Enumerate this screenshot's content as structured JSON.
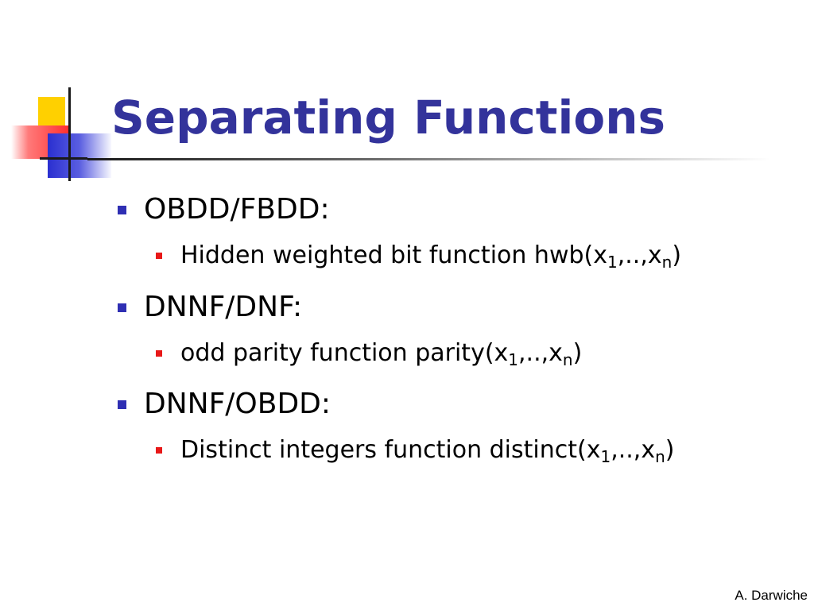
{
  "slide": {
    "title": "Separating Functions",
    "items": [
      {
        "label": "OBDD/FBDD:",
        "sub": {
          "prefix": "Hidden weighted bit function hwb(x",
          "sub1": "1",
          "mid": ",..,x",
          "sub2": "n",
          "suffix": ")"
        }
      },
      {
        "label": "DNNF/DNF:",
        "sub": {
          "prefix": "odd parity function parity(x",
          "sub1": "1",
          "mid": ",..,x",
          "sub2": "n",
          "suffix": ")"
        }
      },
      {
        "label": "DNNF/OBDD:",
        "sub": {
          "prefix": "Distinct integers function distinct(x",
          "sub1": "1",
          "mid": ",..,x",
          "sub2": "n",
          "suffix": ")"
        }
      }
    ],
    "footer": "A. Darwiche"
  },
  "colors": {
    "title": "#33339b",
    "bullet_level1": "#2f2fb3",
    "bullet_level2": "#e81818",
    "logo_yellow": "#ffd000",
    "logo_red": "#ff3030",
    "logo_blue": "#2a2fd0"
  }
}
